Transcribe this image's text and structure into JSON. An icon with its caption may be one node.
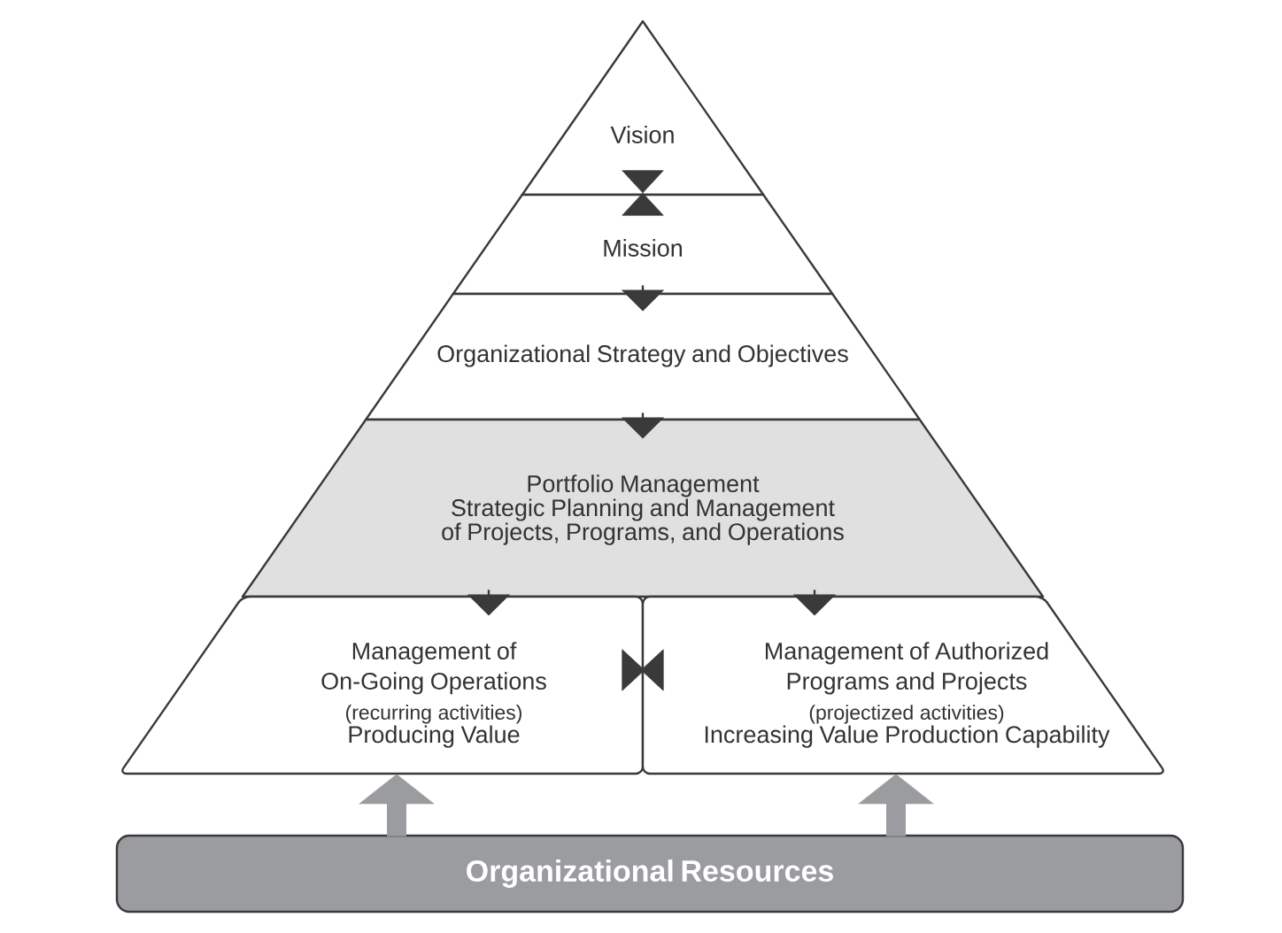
{
  "diagram": {
    "nodes": [
      {
        "text": [
          "Vision"
        ]
      },
      {
        "text": [
          "Mission"
        ]
      },
      {
        "text": [
          "Organizational Strategy and Objectives"
        ]
      },
      {
        "text": [
          "Portfolio Management",
          "Strategic Planning and Management of Projects, Programs, and Operations"
        ]
      },
      {
        "text": [
          "Management of On-Going Operations",
          "(recurring activities)",
          "Producing Value"
        ]
      },
      {
        "text": [
          "Management of Authorized Programs and Projects",
          "(projectized activities)",
          "Increasing Value Production Capability"
        ]
      },
      {
        "text": [
          "Organizational Resources"
        ]
      }
    ],
    "edges": [
      {
        "from": 0,
        "to": 1,
        "arrow": "both"
      },
      {
        "from": 1,
        "to": 2,
        "arrow": "to"
      },
      {
        "from": 2,
        "to": 3,
        "arrow": "to"
      },
      {
        "from": 3,
        "to": 4,
        "arrow": "to"
      },
      {
        "from": 3,
        "to": 5,
        "arrow": "to"
      },
      {
        "from": 4,
        "to": 5,
        "arrow": "both"
      },
      {
        "from": 6,
        "to": 4,
        "arrow": "to",
        "style": "thick",
        "color": "#9b9c9f"
      },
      {
        "from": 6,
        "to": 5,
        "arrow": "to",
        "style": "thick",
        "color": "#9b9c9f"
      }
    ]
  }
}
